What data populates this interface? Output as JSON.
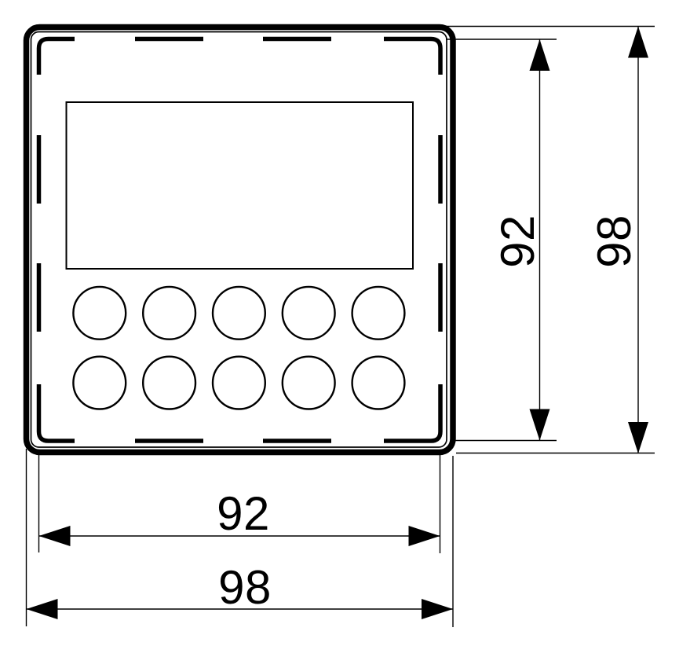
{
  "colors": {
    "ink": "#000000",
    "paper": "#ffffff"
  },
  "device_panel": {
    "keypad_rows": 2,
    "keypad_columns": 5,
    "buttons_total": 10
  },
  "dimensions": {
    "cutout_width": {
      "value": "92",
      "axis": "horizontal"
    },
    "overall_width": {
      "value": "98",
      "axis": "horizontal"
    },
    "cutout_height": {
      "value": "92",
      "axis": "vertical"
    },
    "overall_height": {
      "value": "98",
      "axis": "vertical"
    }
  }
}
